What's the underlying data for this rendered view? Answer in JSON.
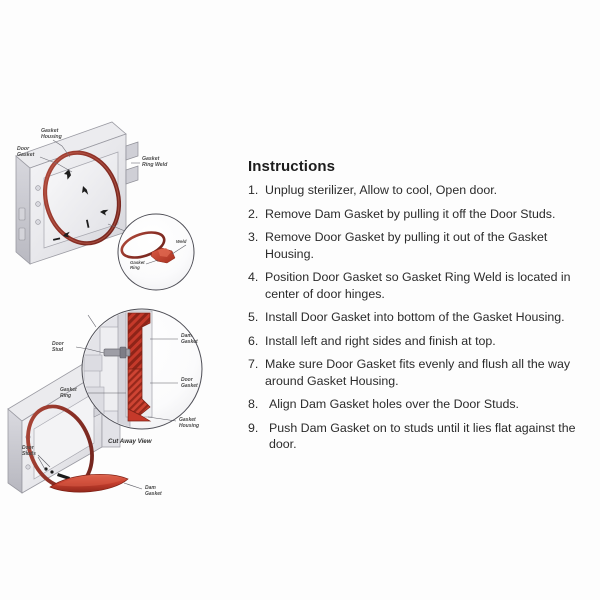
{
  "document": {
    "background_color": "#fdfdfd",
    "text_color": "#2b2b2b"
  },
  "instructions": {
    "title": "Instructions",
    "steps": [
      {
        "number": "1.",
        "text": "Unplug sterilizer, Allow to cool, Open door."
      },
      {
        "number": "2.",
        "text": "Remove Dam Gasket by pulling it off the Door Studs."
      },
      {
        "number": "3.",
        "text": "Remove Door Gasket by pulling it out of the Gasket Housing."
      },
      {
        "number": "4.",
        "text": "Position Door Gasket so Gasket Ring Weld is located in center of door hinges."
      },
      {
        "number": "5.",
        "text": "Install Door Gasket into bottom of the Gasket Housing."
      },
      {
        "number": "6.",
        "text": "Install left and right sides and finish at top."
      },
      {
        "number": "7.",
        "text": "Make sure Door Gasket fits evenly and flush all the way around Gasket Housing."
      },
      {
        "number": "8.",
        "text": "Align Dam Gasket holes over the Door Studs."
      },
      {
        "number": "9.",
        "text": "Push Dam Gasket on to studs until it lies flat against the door."
      }
    ]
  },
  "figures": {
    "exploded": {
      "name": "Door gasket removal exploded view",
      "labels": {
        "gasket_housing": "Gasket\nHousing",
        "gasket_housing_line1": "Gasket",
        "gasket_housing_line2": "Housing",
        "door_gasket_line1": "Door",
        "door_gasket_line2": "Gasket",
        "gasket_ring_weld_line1": "Gasket",
        "gasket_ring_weld_line2": "Ring Weld",
        "detail_gasket_line1": "Gasket",
        "detail_gasket_line2": "Ring",
        "detail_weld": "Weld"
      }
    },
    "cutaway": {
      "name": "Dam gasket installation cut away view",
      "caption": "Cut Away View",
      "labels": {
        "door_stud_line1": "Door",
        "door_stud_line2": "Stud",
        "dam_gasket_line1": "Dam",
        "dam_gasket_line2": "Gasket",
        "door_gasket_line1": "Door",
        "door_gasket_line2": "Gasket",
        "gasket_housing_line1": "Gasket",
        "gasket_housing_line2": "Housing",
        "gasket_ring_line1": "Gasket",
        "gasket_ring_line2": "Ring",
        "door_studs_line1": "Door",
        "door_studs_line2": "Studs",
        "dam_gasket_bottom_line1": "Dam",
        "dam_gasket_bottom_line2": "Gasket"
      }
    }
  },
  "colors": {
    "gasket_ring_red": "#9e3b30",
    "dam_gasket_red": "#c9402f",
    "panel_light": "#f0f0f2",
    "panel_mid": "#dcdce0",
    "panel_dark": "#c2c2c8",
    "outline": "#8a8a92",
    "label_text": "#4a4a4a"
  }
}
